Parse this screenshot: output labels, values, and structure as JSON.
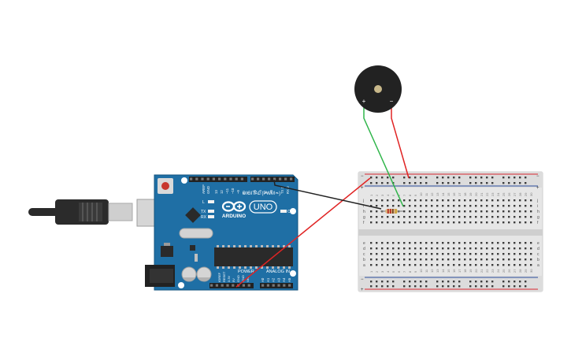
{
  "arduino": {
    "brand": "ARDUINO",
    "model": "UNO",
    "digital_label": "DIGITAL (PWM ~)",
    "power_label": "POWER",
    "analog_label": "ANALOG IN",
    "on_label": "ON",
    "l_label": "L",
    "tx_label": "TX",
    "rx_label": "RX",
    "aref_label": "AREF",
    "gnd_label": "GND",
    "top_pin_labels": [
      "13",
      "12",
      "~11",
      "~10",
      "~9",
      "8",
      "7",
      "~6",
      "~5",
      "4",
      "~3",
      "2",
      "TX 1",
      "RX 0"
    ],
    "power_pin_labels": [
      "IOREF",
      "RESET",
      "3.3V",
      "5V",
      "GND",
      "GND",
      "Vin"
    ],
    "analog_pin_labels": [
      "A0",
      "A1",
      "A2",
      "A3",
      "A4",
      "A5"
    ]
  },
  "buzzer": {
    "plus_label": "+",
    "minus_label": "−"
  },
  "breadboard": {
    "row_letters_top": [
      "j",
      "i",
      "h",
      "g",
      "f"
    ],
    "row_letters_bottom": [
      "e",
      "d",
      "c",
      "b",
      "a"
    ],
    "rail_plus": "+",
    "rail_minus": "−",
    "column_count": 30
  },
  "colors": {
    "board_blue": "#1f6fa5",
    "wire_red": "#e02424",
    "wire_green": "#2fb54a",
    "wire_black": "#222222",
    "breadboard": "#e8e8e8",
    "rail_red": "#d9282f",
    "rail_blue": "#2a4c9c"
  }
}
